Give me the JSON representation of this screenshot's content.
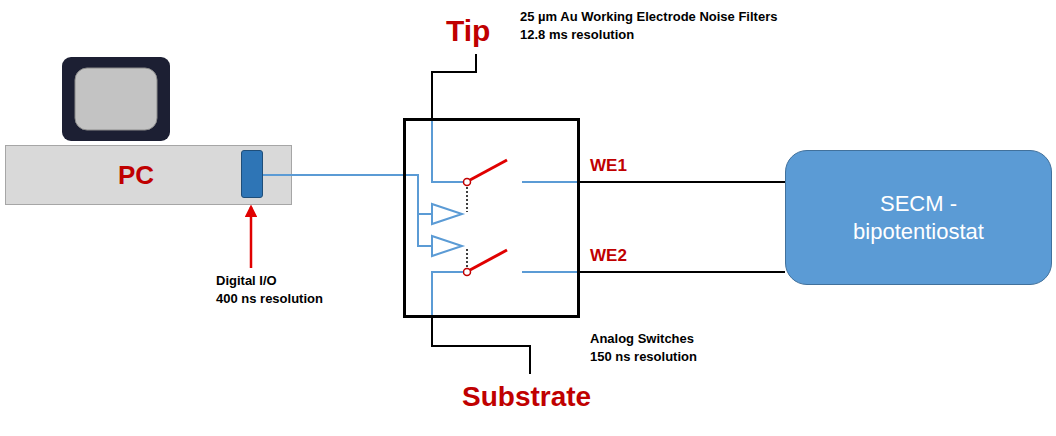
{
  "diagram": {
    "nodes": [
      {
        "text": [
          "PC"
        ]
      },
      {
        "text": [
          "Analog Switches 150 ns resolution"
        ]
      },
      {
        "text": [
          "SECM - bipotentiostat"
        ]
      }
    ],
    "edges": [
      {
        "from": 0,
        "to": 1,
        "arrow": "none"
      },
      {
        "from": 1,
        "to": 2,
        "label": "WE1",
        "arrow": "none"
      },
      {
        "from": 1,
        "to": 2,
        "label": "WE2",
        "arrow": "none"
      }
    ],
    "labels": [
      "Tip",
      "25 µm Au Working Electrode Noise Filters 12.8 ms resolution",
      "Digital I/O 400 ns resolution",
      "Substrate"
    ]
  }
}
